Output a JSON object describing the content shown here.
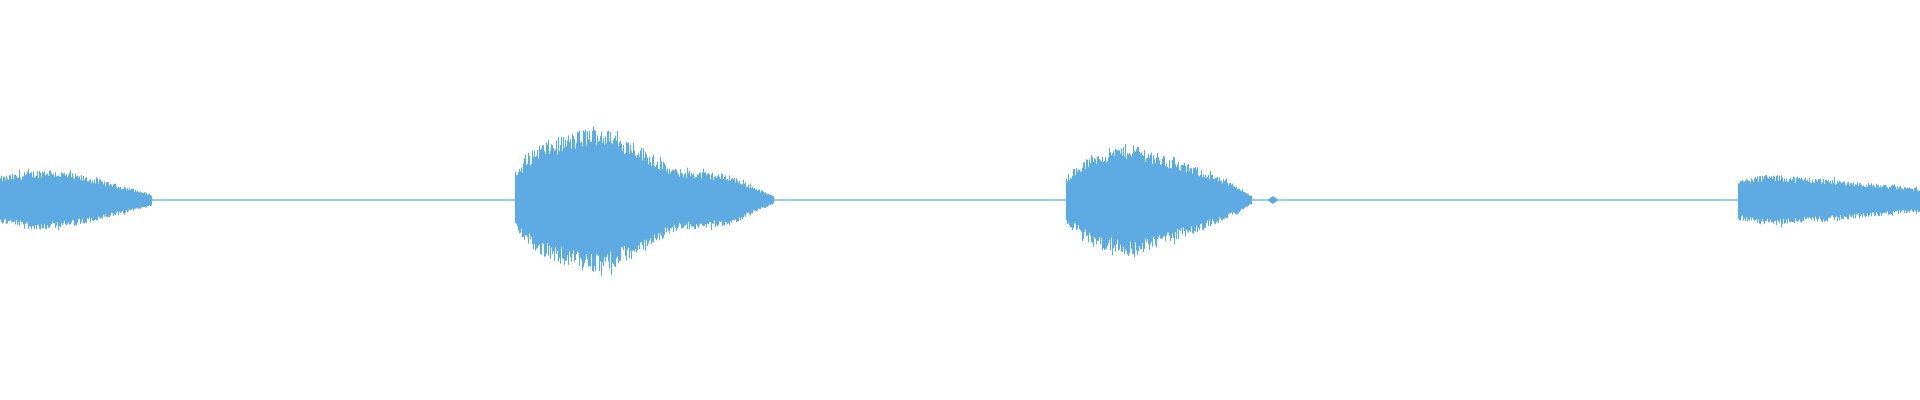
{
  "colors": {
    "background": "#ffffff",
    "waveform": "#5eaae3"
  },
  "waveform": {
    "duration": 1.0,
    "baseline_amplitude": 0.004,
    "segments": [
      {
        "name": "clip-1",
        "start": 0.0,
        "end": 0.079,
        "envelope": [
          [
            0.0,
            0.12
          ],
          [
            0.025,
            0.16
          ],
          [
            0.05,
            0.11
          ],
          [
            0.079,
            0.03
          ]
        ]
      },
      {
        "name": "clip-2",
        "start": 0.268,
        "end": 0.403,
        "envelope": [
          [
            0.268,
            0.14
          ],
          [
            0.28,
            0.28
          ],
          [
            0.31,
            0.38
          ],
          [
            0.33,
            0.3
          ],
          [
            0.35,
            0.16
          ],
          [
            0.38,
            0.13
          ],
          [
            0.403,
            0.02
          ]
        ]
      },
      {
        "name": "clip-3",
        "start": 0.555,
        "end": 0.652,
        "envelope": [
          [
            0.555,
            0.12
          ],
          [
            0.57,
            0.24
          ],
          [
            0.59,
            0.29
          ],
          [
            0.61,
            0.21
          ],
          [
            0.625,
            0.16
          ],
          [
            0.645,
            0.07
          ],
          [
            0.652,
            0.02
          ]
        ]
      },
      {
        "name": "clip-4",
        "start": 0.905,
        "end": 1.0,
        "envelope": [
          [
            0.905,
            0.1
          ],
          [
            0.92,
            0.13
          ],
          [
            0.95,
            0.11
          ],
          [
            0.98,
            0.08
          ],
          [
            1.0,
            0.06
          ]
        ]
      }
    ],
    "blips": [
      {
        "center": 0.663,
        "width": 0.006,
        "amplitude": 0.02
      }
    ]
  }
}
